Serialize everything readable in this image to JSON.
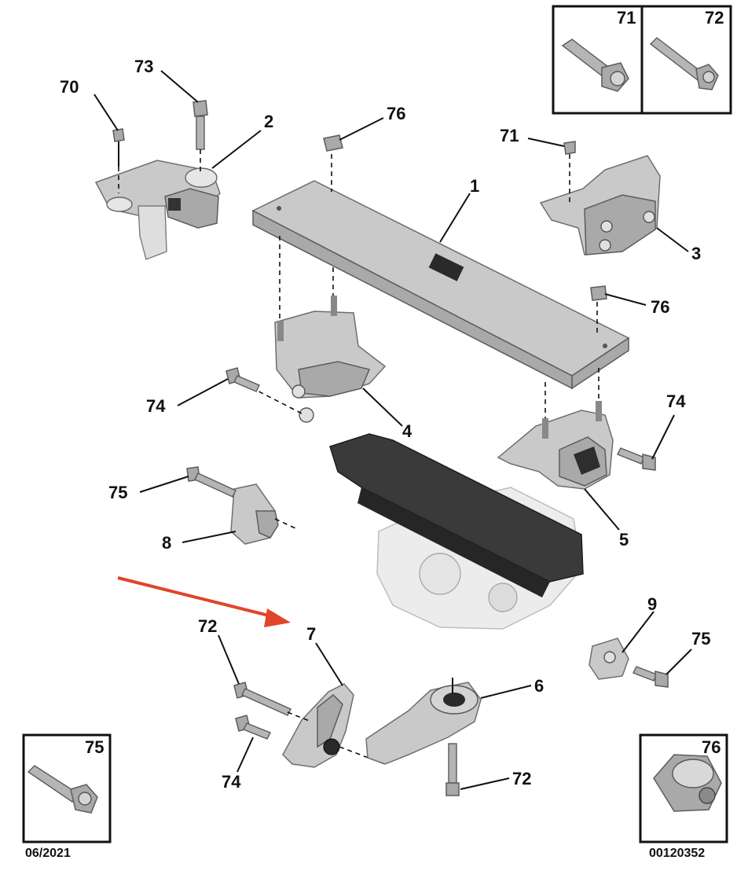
{
  "diagram": {
    "callouts": {
      "c1": "1",
      "c2": "2",
      "c3": "3",
      "c4": "4",
      "c5": "5",
      "c6": "6",
      "c7": "7",
      "c8": "8",
      "c9": "9",
      "c70": "70",
      "c71": "71",
      "c72_bottom": "72",
      "c72_left": "72",
      "c73": "73",
      "c74_left": "74",
      "c74_right": "74",
      "c74_bottom": "74",
      "c75_left": "75",
      "c75_right": "75",
      "c76_top": "76",
      "c76_right": "76"
    },
    "inset_boxes": {
      "top_left_label": "71",
      "top_right_label": "72",
      "bottom_left_label": "75",
      "bottom_right_label": "76"
    },
    "footer": {
      "date": "06/2021",
      "reference": "00120352"
    },
    "colors": {
      "arrow": "#e0462a",
      "ink": "#111111",
      "part_fill": "#c9c9c9"
    }
  }
}
